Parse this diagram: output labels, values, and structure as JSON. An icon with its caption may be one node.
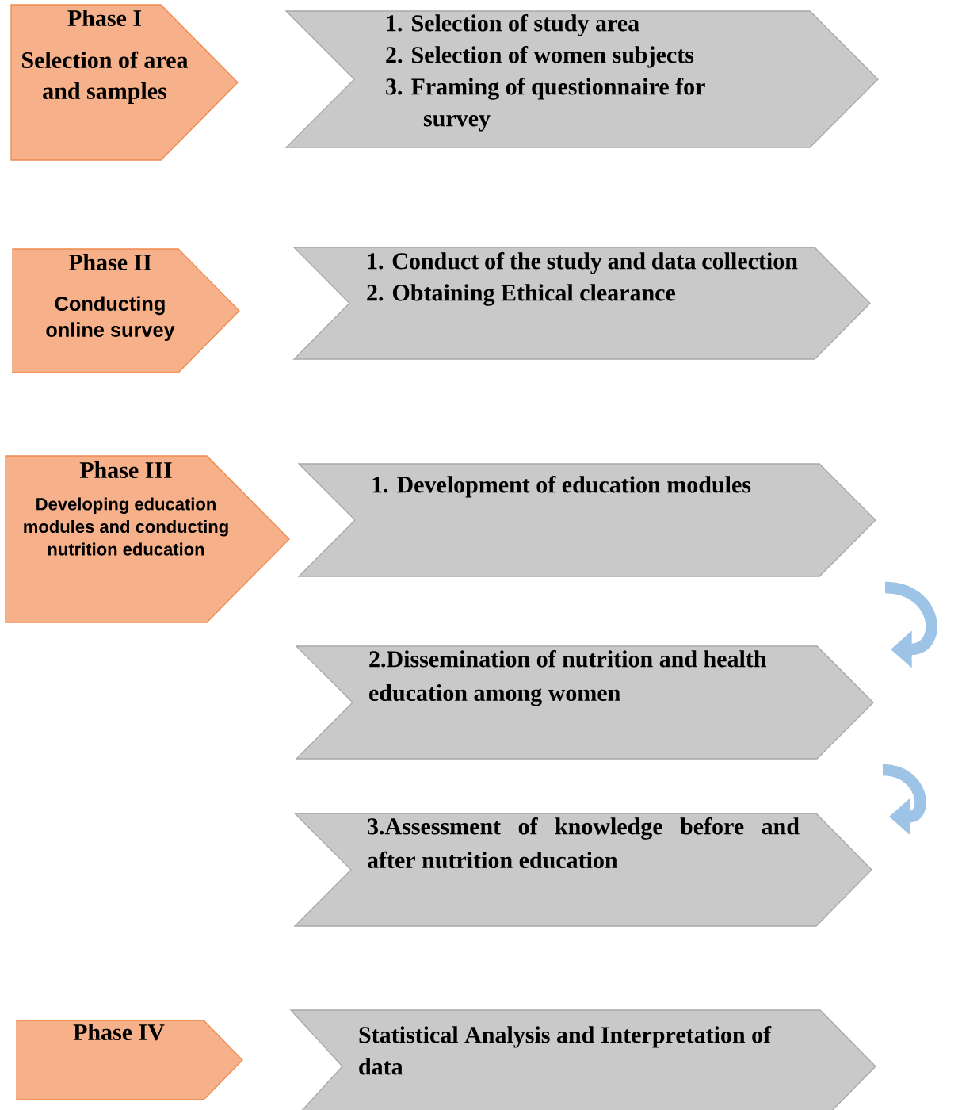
{
  "diagram": {
    "nodes": [
      {
        "text": [
          "Phase I",
          "Selection of area and samples"
        ]
      },
      {
        "text": [
          "1. Selection of study area",
          "2. Selection of women subjects",
          "3. Framing of questionnaire for survey"
        ]
      },
      {
        "text": [
          "Phase II",
          "Conducting online survey"
        ]
      },
      {
        "text": [
          "1. Conduct of the study and data collection",
          "2. Obtaining Ethical clearance"
        ]
      },
      {
        "text": [
          "Phase III",
          "Developing education modules and conducting nutrition education"
        ]
      },
      {
        "text": [
          "1. Development of education modules"
        ]
      },
      {
        "text": [
          "2.Dissemination of nutrition and health education among women"
        ]
      },
      {
        "text": [
          "3.Assessment of knowledge before and after nutrition education"
        ]
      },
      {
        "text": [
          "Phase IV"
        ]
      },
      {
        "text": [
          "Statistical Analysis and Interpretation of data"
        ]
      }
    ],
    "edges": [
      {
        "from": 5,
        "to": 6,
        "arrow": "to"
      },
      {
        "from": 6,
        "to": 7,
        "arrow": "to"
      }
    ]
  }
}
